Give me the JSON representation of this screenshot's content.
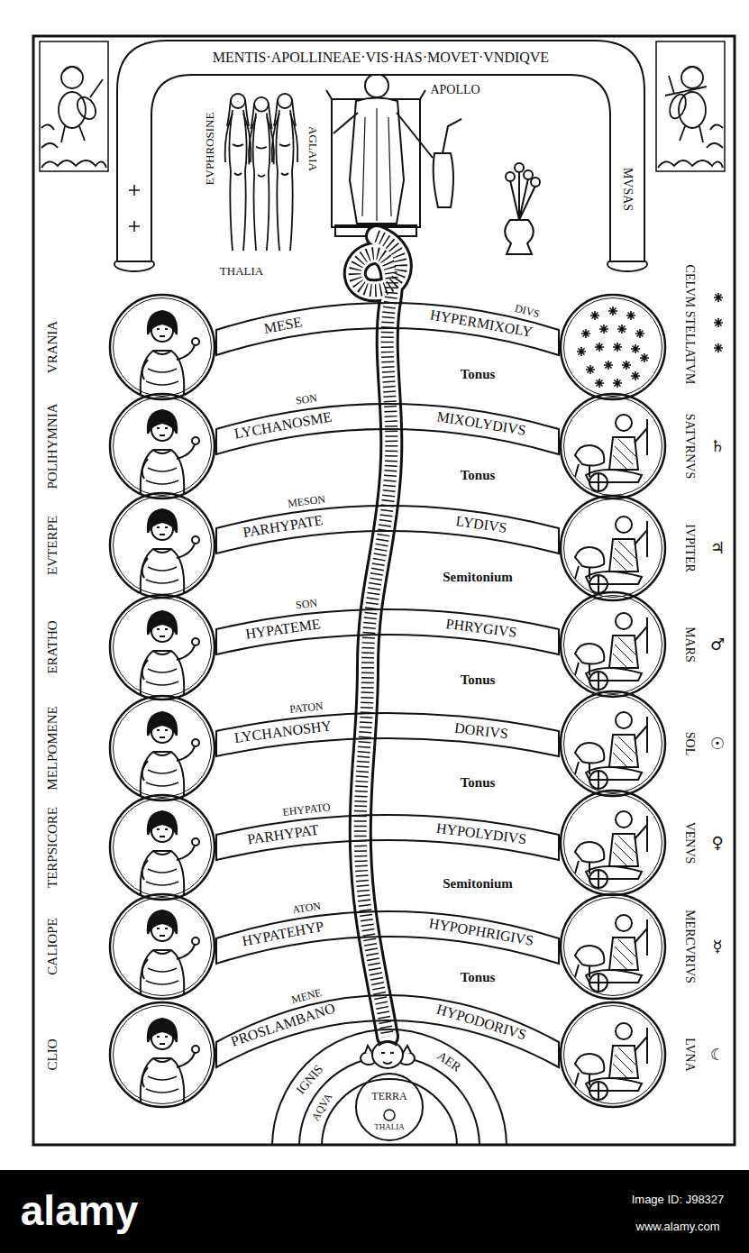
{
  "diagram": {
    "nodes": [
      {
        "text": [
          "MENTIS·APOLLINEAE·VIS·HAS·MOVET·VNDIQVE",
          "MVSAS"
        ]
      },
      {
        "text": [
          "VRANIA"
        ]
      },
      {
        "text": [
          "MESE",
          "DIVS",
          "HYPERMIXOLY"
        ]
      },
      {
        "text": [
          "CELVM STELLATVM"
        ]
      },
      {
        "text": [
          "POLIHYMNIA"
        ]
      },
      {
        "text": [
          "LYCHANOSME",
          "SON",
          "MIXOLYDIVS"
        ]
      },
      {
        "text": [
          "SATVRNVS"
        ]
      },
      {
        "text": [
          "EVTERPE"
        ]
      },
      {
        "text": [
          "PARHYPATE",
          "MESON",
          "LYDIVS"
        ]
      },
      {
        "text": [
          "IVPITER"
        ]
      },
      {
        "text": [
          "ERATHO"
        ]
      },
      {
        "text": [
          "HYPATEME",
          "SON",
          "PHRYGIVS"
        ]
      },
      {
        "text": [
          "MARS"
        ]
      },
      {
        "text": [
          "MELPOMENE"
        ]
      },
      {
        "text": [
          "LYCHANOSHY",
          "PATON",
          "DORIVS"
        ]
      },
      {
        "text": [
          "SOL"
        ]
      },
      {
        "text": [
          "TERPSICORE"
        ]
      },
      {
        "text": [
          "PARHYPAT",
          "EHYPATO",
          "HYPOLYDIVS"
        ]
      },
      {
        "text": [
          "VENVS"
        ]
      },
      {
        "text": [
          "CALIOPE"
        ]
      },
      {
        "text": [
          "HYPATEHYP",
          "ATON",
          "HYPOPHRIGIVS"
        ]
      },
      {
        "text": [
          "MERCVRIVS"
        ]
      },
      {
        "text": [
          "CLIO"
        ]
      },
      {
        "text": [
          "PROSLAMBANO",
          "MENE",
          "HYPODORIVS"
        ]
      },
      {
        "text": [
          "LVNA"
        ]
      },
      {
        "text": [
          "TERRA",
          "THALIA"
        ]
      }
    ],
    "labels": [
      "APOLLO",
      "EVPHROSINE",
      "AGLAIA",
      "THALIA",
      "Tonus",
      "Tonus",
      "Semitonium",
      "Tonus",
      "Tonus",
      "Semitonium",
      "Tonus",
      "♄",
      "♃",
      "♂",
      "☉",
      "♀",
      "☿",
      "☾",
      "IGNIS",
      "AER",
      "AQVA",
      "alamy",
      "Image ID: J98327",
      "www.alamy.com"
    ]
  }
}
